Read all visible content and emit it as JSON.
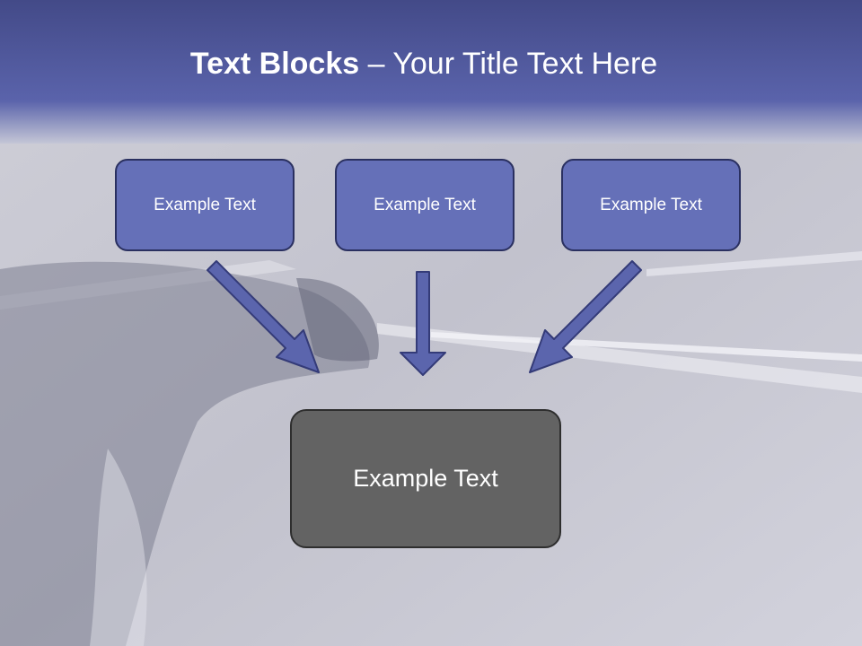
{
  "slide": {
    "title_bold": "Text Blocks",
    "title_separator": " – ",
    "title_rest": "Your Title Text Here"
  },
  "blocks": [
    {
      "label": "Example Text"
    },
    {
      "label": "Example Text"
    },
    {
      "label": "Example Text"
    }
  ],
  "result_block": {
    "label": "Example Text"
  },
  "colors": {
    "header_band": "#4a5192",
    "block_fill": "#6570b8",
    "arrow_fill": "#5b65ad",
    "result_fill": "#636363",
    "background": "#c9c9d4"
  }
}
